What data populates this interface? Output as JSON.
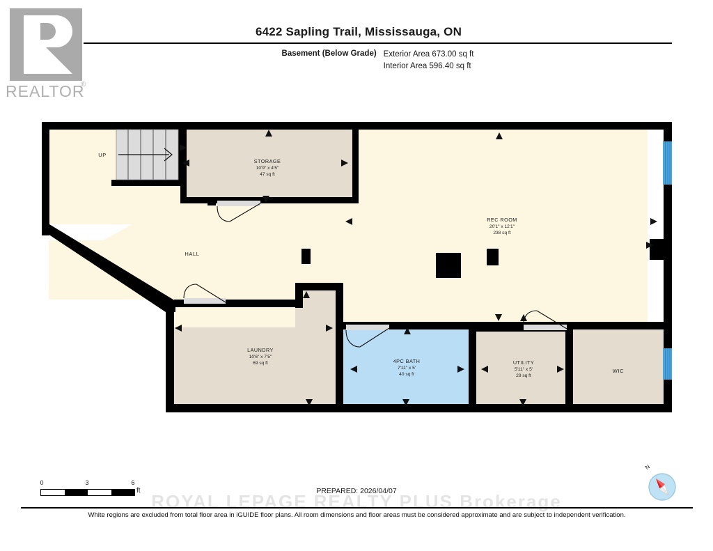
{
  "logo": {
    "wordmark": "REALTOR",
    "registered": "®"
  },
  "header": {
    "title": "6422 Sapling Trail, Mississauga, ON",
    "level_label": "Basement (Below Grade)",
    "exterior_area": "Exterior Area 673.00 sq ft",
    "interior_area": "Interior Area 596.40 sq ft"
  },
  "plan": {
    "rooms": [
      {
        "id": "storage",
        "name": "STORAGE",
        "dimensions": "10'9\" x 4'5\"",
        "area": "47 sq ft",
        "fill": "#e3dccf"
      },
      {
        "id": "rec-room",
        "name": "REC ROOM",
        "dimensions": "20'1\" x 12'1\"",
        "area": "238 sq ft",
        "fill": "#fdf6e0"
      },
      {
        "id": "laundry",
        "name": "LAUNDRY",
        "dimensions": "10'6\" x 7'5\"",
        "area": "69 sq ft",
        "fill": "#e3dccf"
      },
      {
        "id": "bath",
        "name": "4PC BATH",
        "dimensions": "7'11\" x 5'",
        "area": "40 sq ft",
        "fill": "#b8ddf5"
      },
      {
        "id": "utility",
        "name": "UTILITY",
        "dimensions": "5'11\" x 5'",
        "area": "29 sq ft",
        "fill": "#e3dccf"
      },
      {
        "id": "wic",
        "name": "WIC",
        "dimensions": "",
        "area": "",
        "fill": "#e3dccf"
      }
    ],
    "labels": {
      "hall": "HALL",
      "stairs_up": "UP"
    },
    "colors": {
      "wall": "#000000",
      "hall_fill": "#fdf6e0",
      "room_fill": "#e3dccf",
      "bath_fill": "#b8ddf5",
      "window": "#4aa3db",
      "stairs": "#d8d8d8"
    }
  },
  "scale": {
    "ticks": [
      "0",
      "3",
      "6"
    ],
    "unit": "ft"
  },
  "prepared": "PREPARED: 2026/04/07",
  "compass": {
    "north_label": "N"
  },
  "watermark": "ROYAL LEPAGE REALTY PLUS  Brokerage",
  "footer": {
    "disclaimer": "White regions are excluded from total floor area in iGUIDE floor plans. All room dimensions and floor areas must be considered approximate and are subject to independent verification."
  }
}
